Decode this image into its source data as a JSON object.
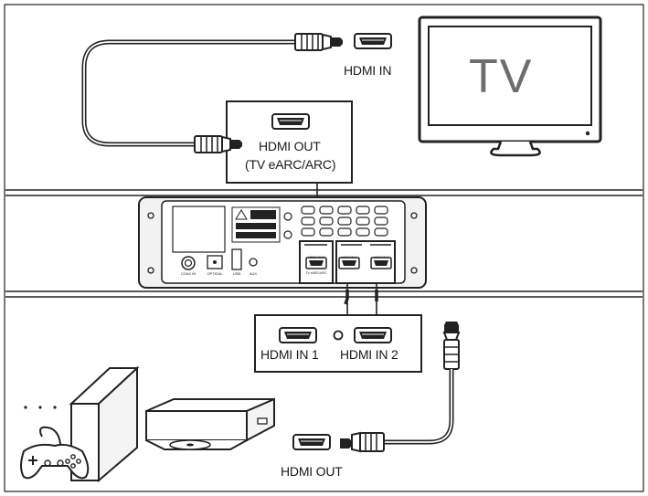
{
  "labels": {
    "tv_hdmi_in": "HDMI IN",
    "tv_screen": "TV",
    "soundbar_hdmi_out": "HDMI OUT",
    "soundbar_hdmi_out_sub": "(TV eARC/ARC)",
    "hdmi_in_1": "HDMI IN 1",
    "hdmi_in_2": "HDMI IN 2",
    "source_hdmi_out": "HDMI OUT"
  },
  "colors": {
    "line": "#222222",
    "panel_fill": "#ffffff",
    "soundbar_fill": "#f2f2f2",
    "tv_screen": "#ffffff",
    "device_fill": "#f4f4f4"
  },
  "icons": [
    "tv-icon",
    "hdmi-plug-icon",
    "hdmi-port-icon",
    "game-console-icon",
    "gamepad-icon",
    "disc-player-icon"
  ]
}
